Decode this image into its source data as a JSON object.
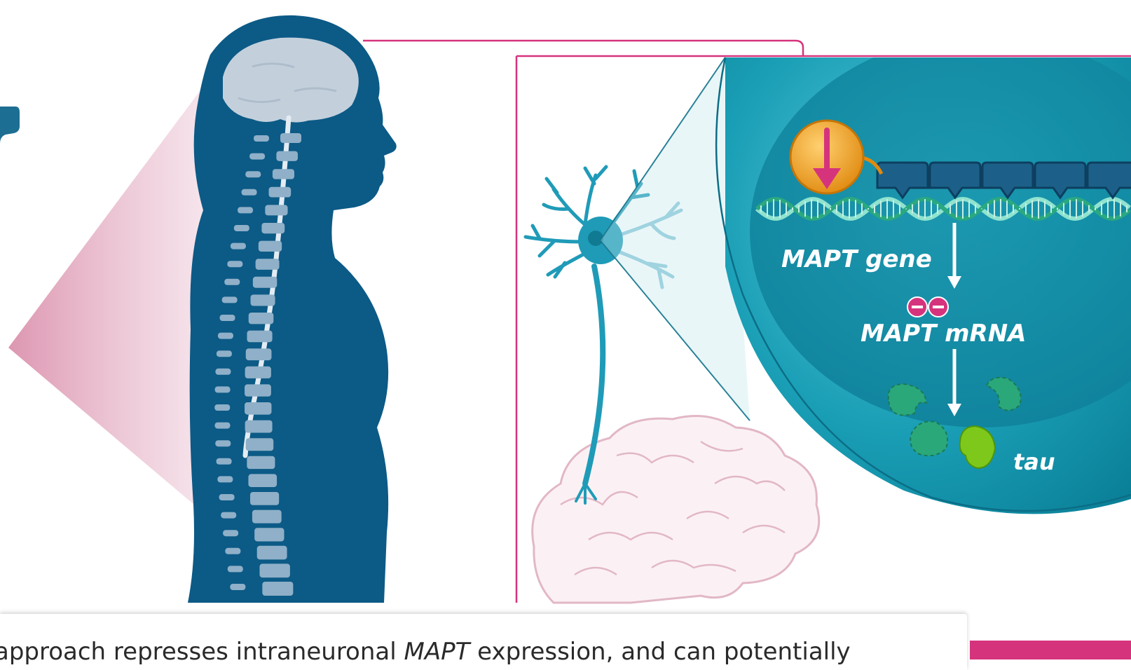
{
  "labels": {
    "gene": "MAPT gene",
    "mrna": "MAPT mRNA",
    "protein": "tau"
  },
  "caption": {
    "before": "approach represses intraneuronal ",
    "italic": "MAPT",
    "after": " expression, and can potentially"
  },
  "colors": {
    "navy": "#0c5a86",
    "spine": "#8fb0c8",
    "brain_gray": "#c3d0dc",
    "magenta": "#d6337d",
    "teal_dark": "#0b8aa3",
    "teal_light": "#4fc1d3",
    "neuron": "#1f9bb8",
    "orange": "#f0a020",
    "tau_green": "#7dc81a",
    "fragment_green": "#2aa87a"
  },
  "icons": [
    "repressor-arrow-icon",
    "minus-circle-icon",
    "neuron-icon",
    "brain-icon",
    "dna-helix-icon"
  ]
}
